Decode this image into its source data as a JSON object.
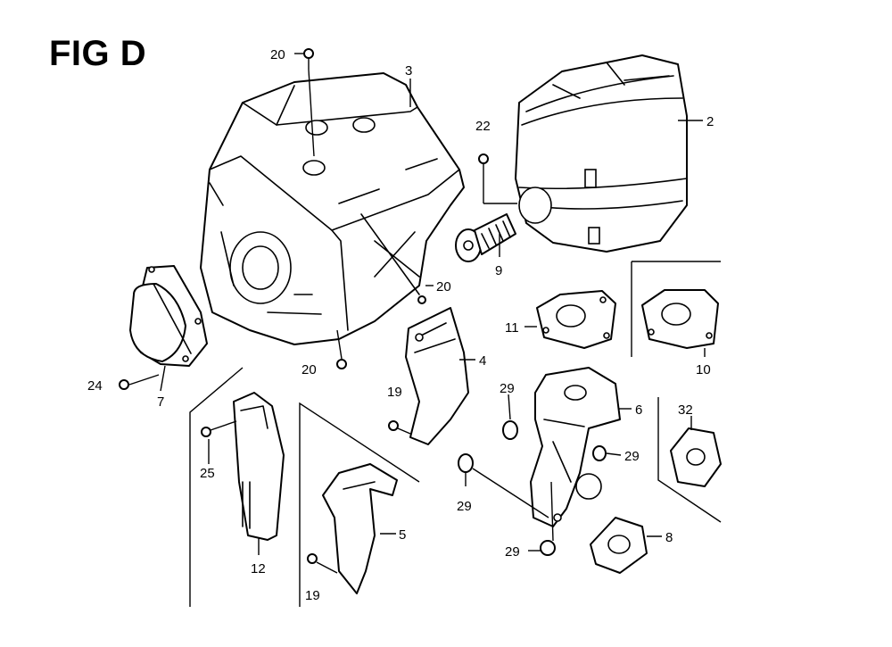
{
  "figure": {
    "title": "FIG D"
  },
  "callouts": {
    "c20a": "20",
    "c3": "3",
    "c22": "22",
    "c2": "2",
    "c9": "9",
    "c20b": "20",
    "c11": "11",
    "c10": "10",
    "c4": "4",
    "c20c": "20",
    "c24": "24",
    "c7": "7",
    "c19a": "19",
    "c29a": "29",
    "c6": "6",
    "c29b": "29",
    "c32": "32",
    "c25": "25",
    "c29c": "29",
    "c5": "5",
    "c8": "8",
    "c29d": "29",
    "c12": "12",
    "c19b": "19"
  }
}
